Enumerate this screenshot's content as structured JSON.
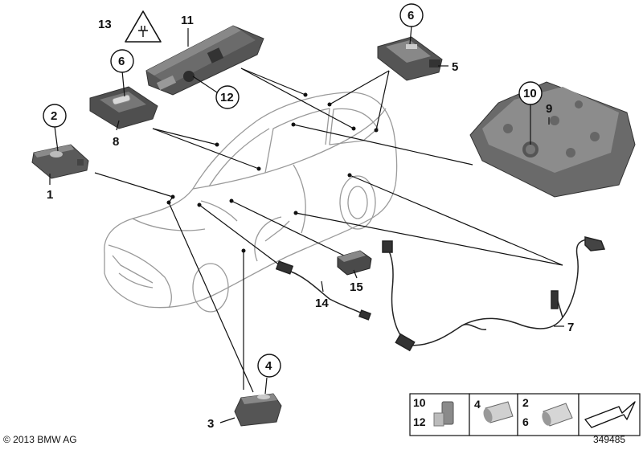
{
  "callouts": {
    "c1": "1",
    "c2": "2",
    "c3": "3",
    "c4": "4",
    "c5": "5",
    "c6a": "6",
    "c6b": "6",
    "c7": "7",
    "c8": "8",
    "c9": "9",
    "c10": "10",
    "c11": "11",
    "c12": "12",
    "c13": "13",
    "c14": "14",
    "c15": "15"
  },
  "legend": {
    "box1_top": "10",
    "box1_bottom": "12",
    "box2": "4",
    "box3_top": "2",
    "box3_bottom": "6"
  },
  "footer": {
    "copyright": "© 2013 BMW AG",
    "diagram_id": "349485"
  },
  "colors": {
    "line": "#111111",
    "part_dark": "#555555",
    "part_mid": "#8a8a8a",
    "part_light": "#c9c9c9",
    "car_outline": "#9a9a9a"
  },
  "icons": {
    "warning": "warning-triangle-icon",
    "arrow": "arrow-icon"
  }
}
